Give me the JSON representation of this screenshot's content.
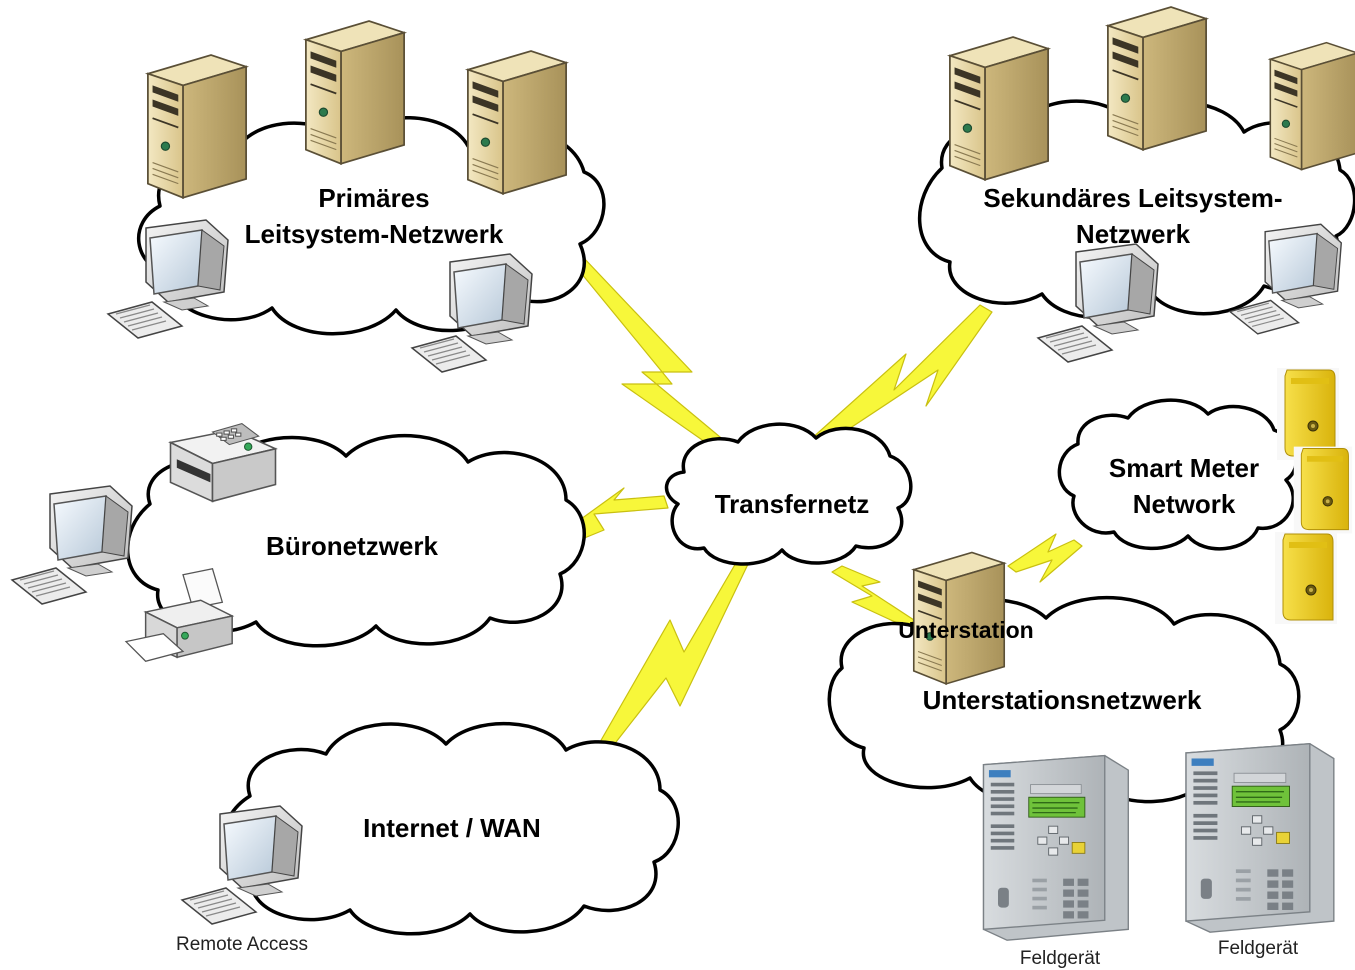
{
  "clouds": {
    "primary": {
      "line1": "Primäres",
      "line2": "Leitsystem-Netzwerk"
    },
    "secondary": {
      "line1": "Sekundäres Leitsystem-",
      "line2": "Netzwerk"
    },
    "office": {
      "label": "Büronetzwerk"
    },
    "transfer": {
      "label": "Transfernetz"
    },
    "smart_meter": {
      "line1": "Smart Meter",
      "line2": "Network"
    },
    "substation": {
      "label": "Unterstationsnetzwerk"
    },
    "internet": {
      "label": "Internet / WAN"
    }
  },
  "devices": {
    "substation_server_label": "Unterstation",
    "remote_access_label": "Remote Access",
    "field_device_1_label": "Feldgerät",
    "field_device_2_label": "Feldgerät"
  },
  "colors": {
    "lightning": "#f7f73a",
    "lightning_stroke": "#c9c010",
    "server_beige": "#e8d9a8",
    "meter_yellow": "#f2d016",
    "relay_gray": "#c9cdd0",
    "relay_display": "#6fc23a"
  }
}
